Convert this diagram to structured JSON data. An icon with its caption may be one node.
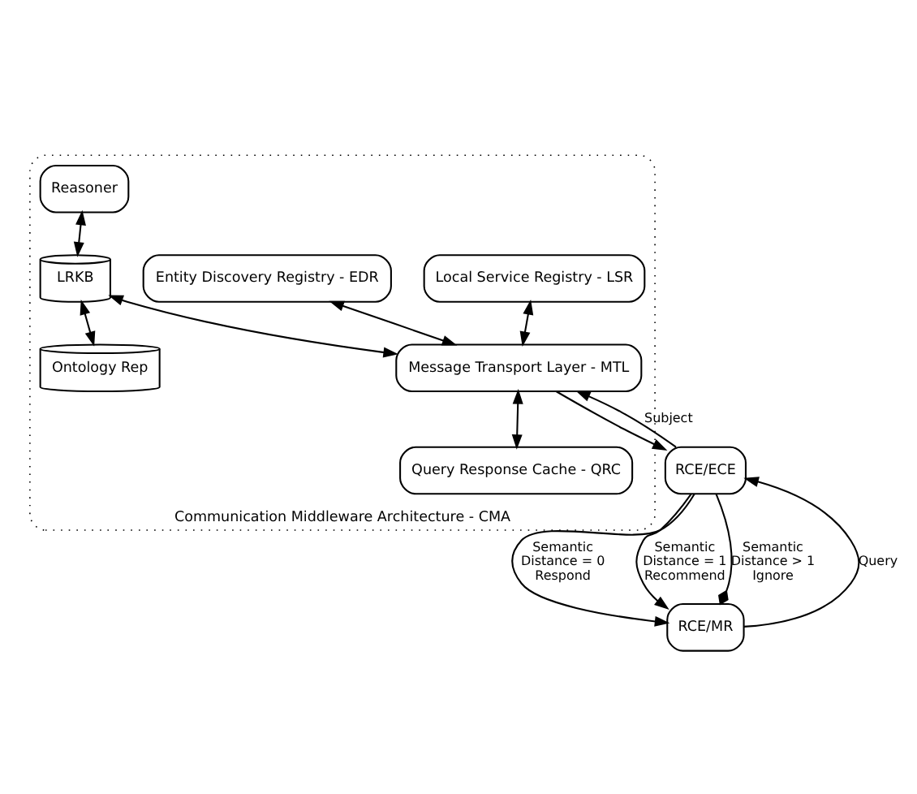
{
  "diagram": {
    "nodes": [
      {
        "text": [
          "Communication Middleware Architecture - CMA"
        ]
      },
      {
        "text": [
          "Local Service Registry - LSR"
        ],
        "in": 0
      },
      {
        "text": [
          "Entity Discovery Registry - EDR"
        ],
        "in": 0
      },
      {
        "text": [
          "Message Transport Layer - MTL"
        ],
        "in": 0
      },
      {
        "text": [
          "Reasoner"
        ],
        "in": 0
      },
      {
        "text": [
          "LRKB"
        ],
        "in": 0
      },
      {
        "text": [
          "Ontology Rep"
        ],
        "in": 0
      },
      {
        "text": [
          "Query Response Cache - QRC"
        ],
        "in": 0
      },
      {
        "text": [
          "RCE/ECE"
        ]
      },
      {
        "text": [
          "RCE/MR"
        ]
      }
    ],
    "edges": [
      {
        "from": 1,
        "to": 3,
        "arrow": "both"
      },
      {
        "from": 2,
        "to": 3,
        "arrow": "both"
      },
      {
        "from": 4,
        "to": 5,
        "arrow": "both"
      },
      {
        "from": 5,
        "to": 3,
        "arrow": "both"
      },
      {
        "from": 3,
        "to": 7,
        "arrow": "both"
      },
      {
        "from": 5,
        "to": 6,
        "arrow": "both"
      },
      {
        "from": 9,
        "to": 8,
        "label": "Query",
        "arrow": "to"
      },
      {
        "from": 8,
        "to": 3,
        "label": "Subject",
        "arrow": "to"
      },
      {
        "from": 3,
        "to": 8,
        "arrow": "to"
      },
      {
        "from": 8,
        "to": 9,
        "label": "Semantic Distance = 0 Respond",
        "arrow": "to"
      },
      {
        "from": 8,
        "to": 9,
        "label": "Semantic Distance = 1 Recommend",
        "arrow": "to"
      },
      {
        "from": 8,
        "to": 9,
        "label": "Semantic Distance > 1 Ignore",
        "arrow": "other"
      }
    ]
  }
}
